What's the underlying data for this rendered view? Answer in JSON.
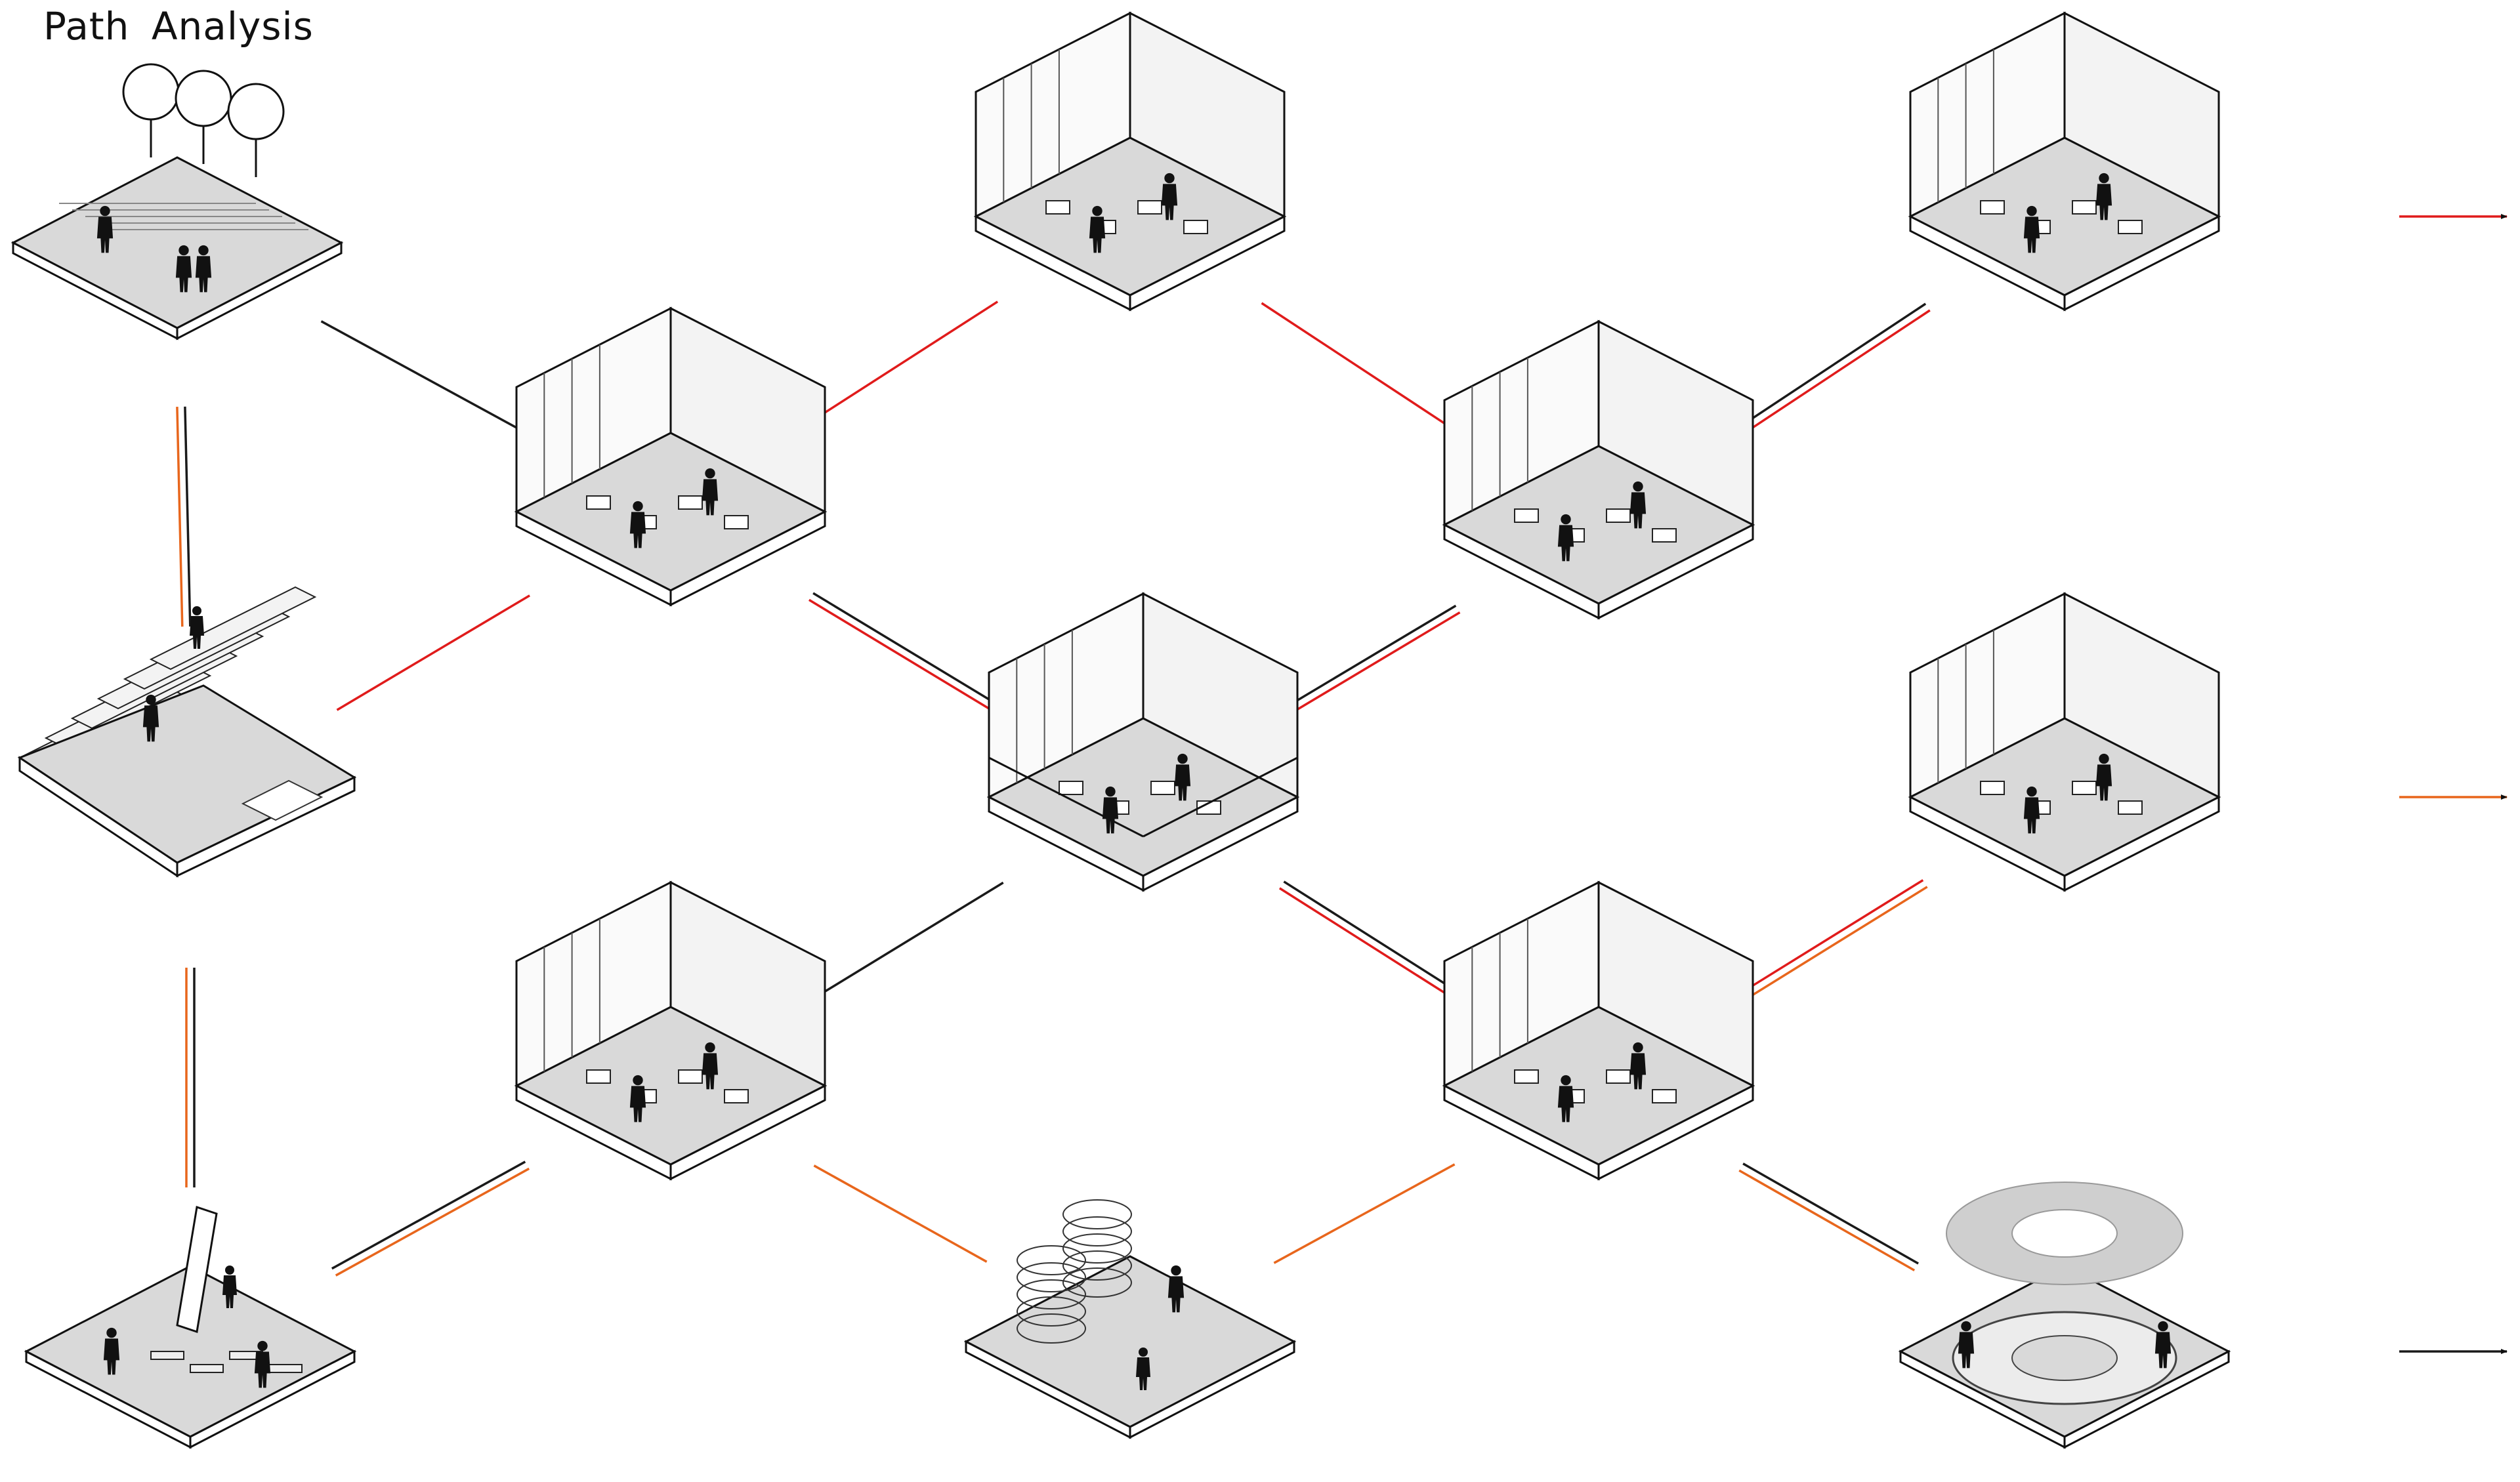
{
  "title": "Path Analysis",
  "colors": {
    "black": "#1a1a1a",
    "red": "#e01b1b",
    "orange": "#e8661c",
    "floor": "#d9d9d9",
    "wall": "#f3f3f3",
    "figure": "#111111"
  },
  "nodes": [
    {
      "id": "park-path",
      "kind": "plate-trees"
    },
    {
      "id": "stepped-seating",
      "kind": "stairs"
    },
    {
      "id": "playground",
      "kind": "plate-play"
    },
    {
      "id": "reading-room",
      "kind": "room-lower"
    },
    {
      "id": "meeting-room",
      "kind": "room"
    },
    {
      "id": "studio-gallery",
      "kind": "room-split"
    },
    {
      "id": "art-studio",
      "kind": "room"
    },
    {
      "id": "climbing-installation",
      "kind": "low-frame"
    },
    {
      "id": "gym",
      "kind": "room"
    },
    {
      "id": "workshop",
      "kind": "room"
    },
    {
      "id": "bedroom",
      "kind": "room"
    },
    {
      "id": "cafe",
      "kind": "room"
    },
    {
      "id": "ring-plaza",
      "kind": "plate-ring"
    }
  ],
  "paths": [
    {
      "from": "park-path",
      "to": "meeting-room",
      "colors": [
        "black"
      ]
    },
    {
      "from": "park-path",
      "to": "stepped-seating",
      "colors": [
        "black",
        "orange"
      ]
    },
    {
      "from": "stepped-seating",
      "to": "playground",
      "colors": [
        "black",
        "orange"
      ]
    },
    {
      "from": "stepped-seating",
      "to": "meeting-room",
      "colors": [
        "red"
      ]
    },
    {
      "from": "meeting-room",
      "to": "reading-room",
      "colors": [
        "red"
      ]
    },
    {
      "from": "meeting-room",
      "to": "studio-gallery",
      "colors": [
        "black",
        "red"
      ]
    },
    {
      "from": "reading-room",
      "to": "gym",
      "colors": [
        "red"
      ]
    },
    {
      "from": "studio-gallery",
      "to": "gym",
      "colors": [
        "black",
        "red"
      ]
    },
    {
      "from": "studio-gallery",
      "to": "art-studio",
      "colors": [
        "black"
      ]
    },
    {
      "from": "studio-gallery",
      "to": "workshop",
      "colors": [
        "black",
        "red"
      ]
    },
    {
      "from": "gym",
      "to": "bedroom",
      "colors": [
        "black",
        "red"
      ]
    },
    {
      "from": "playground",
      "to": "art-studio",
      "colors": [
        "black",
        "orange"
      ]
    },
    {
      "from": "art-studio",
      "to": "climbing-installation",
      "colors": [
        "orange"
      ]
    },
    {
      "from": "climbing-installation",
      "to": "workshop",
      "colors": [
        "orange"
      ]
    },
    {
      "from": "workshop",
      "to": "cafe",
      "colors": [
        "red",
        "orange"
      ]
    },
    {
      "from": "workshop",
      "to": "ring-plaza",
      "colors": [
        "black",
        "orange"
      ]
    },
    {
      "from": "bedroom",
      "to": "exit-top",
      "colors": [
        "red"
      ]
    },
    {
      "from": "cafe",
      "to": "exit-middle",
      "colors": [
        "orange"
      ]
    },
    {
      "from": "ring-plaza",
      "to": "exit-bottom",
      "colors": [
        "black"
      ]
    }
  ]
}
